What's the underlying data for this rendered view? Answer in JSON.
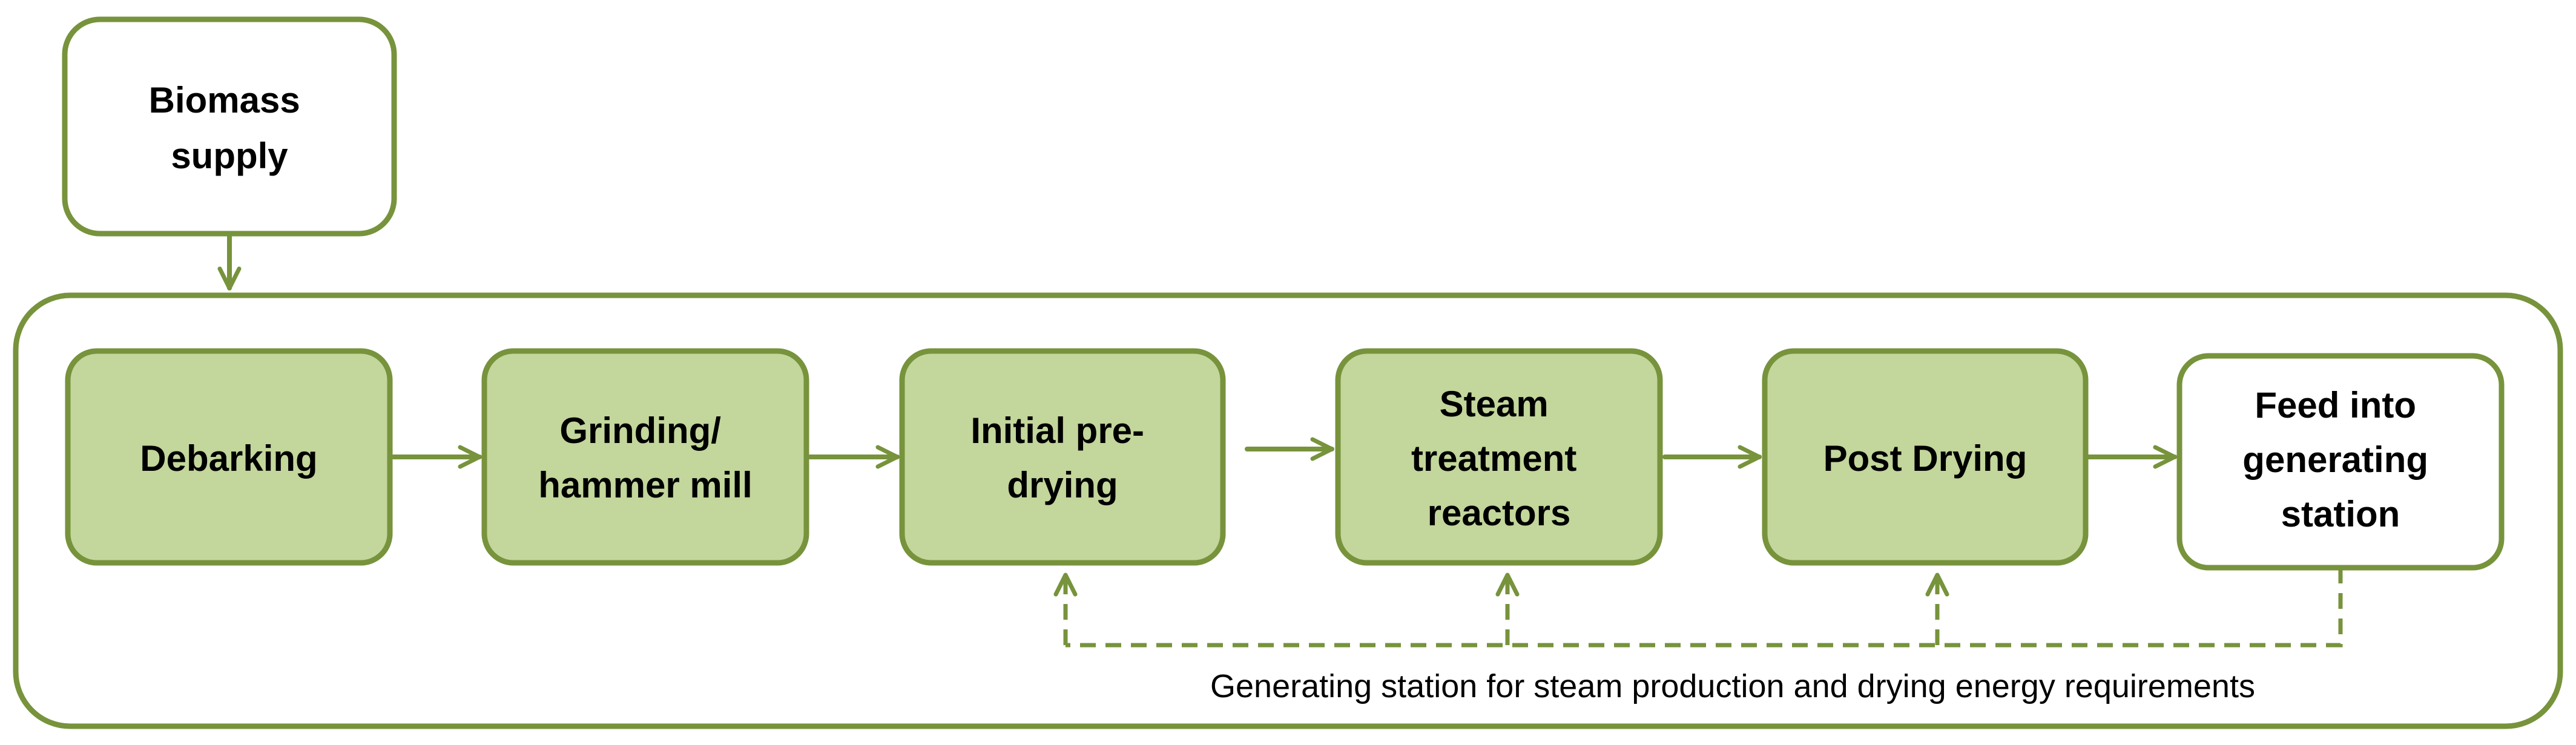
{
  "colors": {
    "stroke": "#77933c",
    "fill_process": "#c3d69b",
    "fill_white": "#ffffff",
    "text": "#000000"
  },
  "nodes": {
    "biomass_supply": {
      "lines": [
        "Biomass",
        "supply"
      ]
    },
    "debarking": {
      "lines": [
        "Debarking"
      ]
    },
    "grinding": {
      "lines": [
        "Grinding/",
        "hammer mill"
      ]
    },
    "initial_pre_drying": {
      "lines": [
        "Initial pre-",
        "drying"
      ]
    },
    "steam_treatment": {
      "lines": [
        "Steam",
        "treatment",
        "reactors"
      ]
    },
    "post_drying": {
      "lines": [
        "Post Drying"
      ]
    },
    "feed_into_station": {
      "lines": [
        "Feed into",
        "generating",
        "station"
      ]
    }
  },
  "footnote": "Generating station for steam production and drying energy requirements"
}
